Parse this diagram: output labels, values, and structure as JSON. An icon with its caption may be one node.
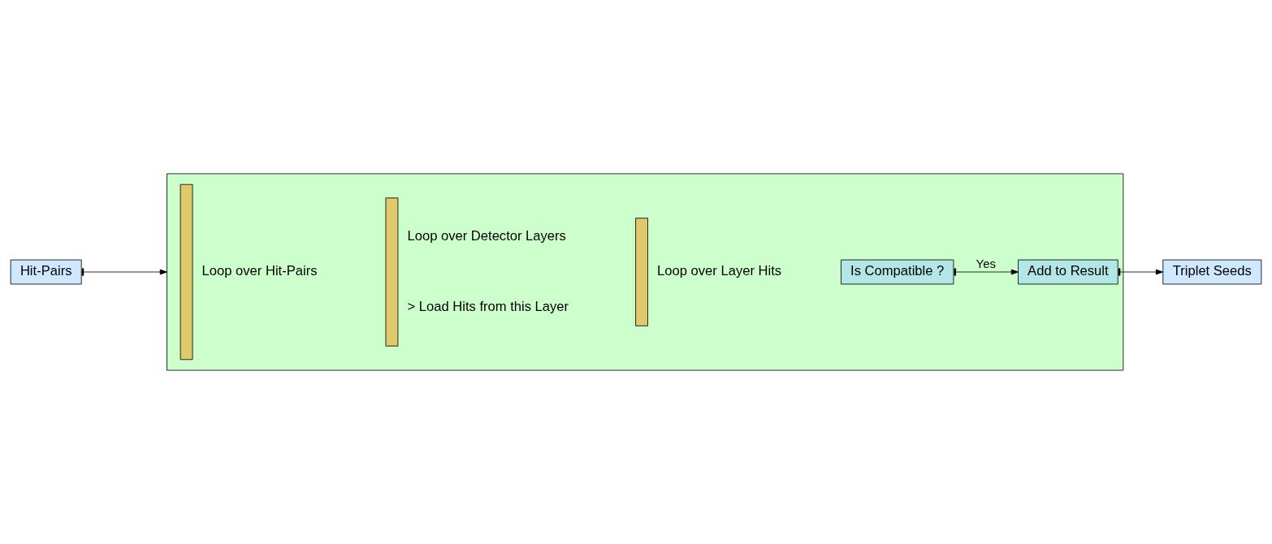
{
  "diagram": {
    "nodes": [
      {
        "text": [
          "Hit-Pairs"
        ]
      },
      {
        "text": [],
        "shape": "box"
      },
      {
        "text": [],
        "shape": "bar",
        "in": 1,
        "beside": [
          "Loop over Hit-Pairs"
        ]
      },
      {
        "text": [],
        "shape": "bar",
        "in": 1,
        "beside": [
          "Loop over Detector Layers",
          "> Load Hits from this Layer"
        ]
      },
      {
        "text": [],
        "shape": "bar",
        "in": 1,
        "beside": [
          "Loop over Layer Hits"
        ]
      },
      {
        "text": [
          "Is Compatible ?"
        ],
        "in": 1
      },
      {
        "text": [
          "Add to Result"
        ],
        "in": 1
      },
      {
        "text": [
          "Triplet Seeds"
        ]
      }
    ],
    "edges": [
      {
        "from": 0,
        "to": 1,
        "arrow": "to"
      },
      {
        "from": 5,
        "to": 6,
        "arrow": "to",
        "label": "Yes"
      },
      {
        "from": 6,
        "to": 7,
        "arrow": "to"
      }
    ]
  }
}
